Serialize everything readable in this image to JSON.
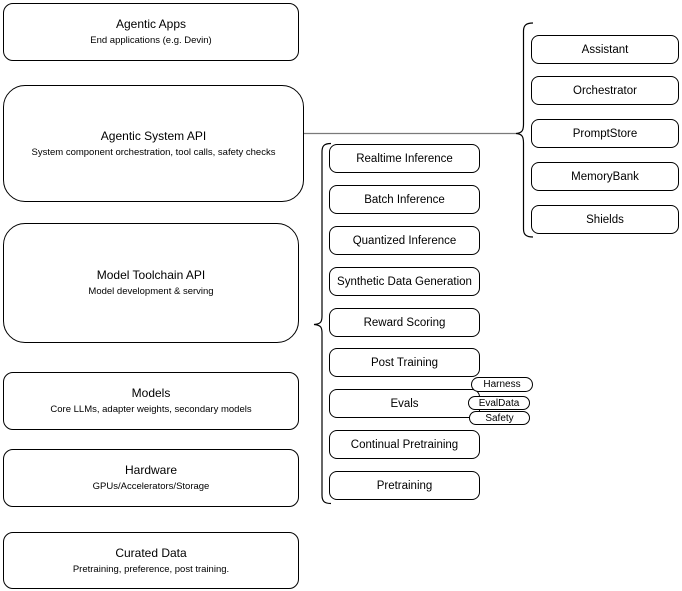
{
  "colors": {
    "background": "#ffffff",
    "box_fill": "#ffffff",
    "box_border": "#000000",
    "text": "#000000",
    "connector_line": "#7a7a7a"
  },
  "left_column": {
    "agentic_apps": {
      "title": "Agentic Apps",
      "subtitle": "End applications (e.g. Devin)"
    },
    "agentic_system_api": {
      "title": "Agentic System API",
      "subtitle": "System component orchestration, tool calls, safety checks"
    },
    "model_toolchain": {
      "title": "Model Toolchain API",
      "subtitle": "Model development & serving"
    },
    "models": {
      "title": "Models",
      "subtitle": "Core LLMs, adapter weights, secondary models"
    },
    "hardware": {
      "title": "Hardware",
      "subtitle": "GPUs/Accelerators/Storage"
    },
    "curated_data": {
      "title": "Curated Data",
      "subtitle": "Pretraining, preference, post training."
    }
  },
  "toolchain_items": [
    "Realtime Inference",
    "Batch Inference",
    "Quantized Inference",
    "Synthetic Data Generation",
    "Reward Scoring",
    "Post Training",
    "Evals",
    "Continual Pretraining",
    "Pretraining"
  ],
  "evals_tags": [
    "Harness",
    "EvalData",
    "Safety"
  ],
  "system_components": [
    "Assistant",
    "Orchestrator",
    "PromptStore",
    "MemoryBank",
    "Shields"
  ]
}
